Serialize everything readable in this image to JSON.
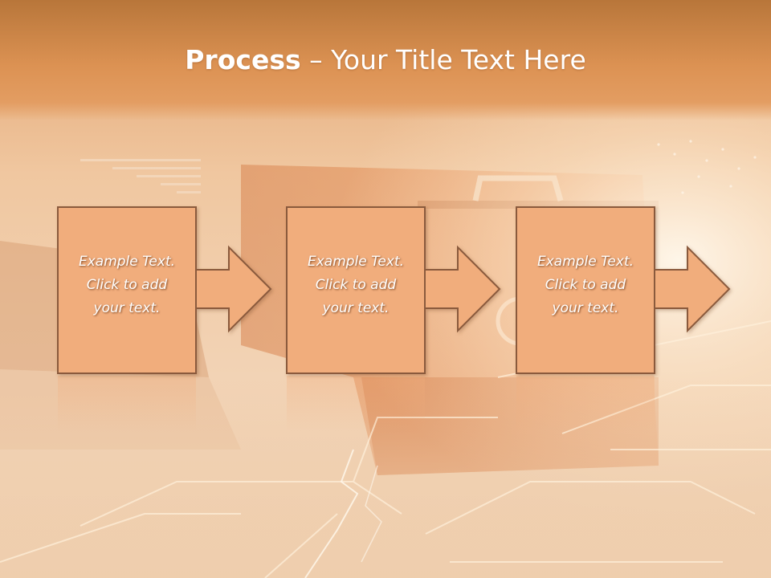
{
  "slide": {
    "title_bold": "Process",
    "title_rest": "– Your Title Text Here"
  },
  "steps": [
    {
      "line1": "Example Text.",
      "line2": "Click  to add",
      "line3": "your text."
    },
    {
      "line1": "Example Text.",
      "line2": "Click  to add",
      "line3": "your text."
    },
    {
      "line1": "Example Text.",
      "line2": "Click  to add",
      "line3": "your text."
    }
  ],
  "colors": {
    "title_band_top": "#b8763a",
    "title_band_bottom": "#e09a5c",
    "box_fill": "#f1ad7c",
    "box_stroke": "#8a5a3c",
    "background_light": "#f5dcc2"
  }
}
